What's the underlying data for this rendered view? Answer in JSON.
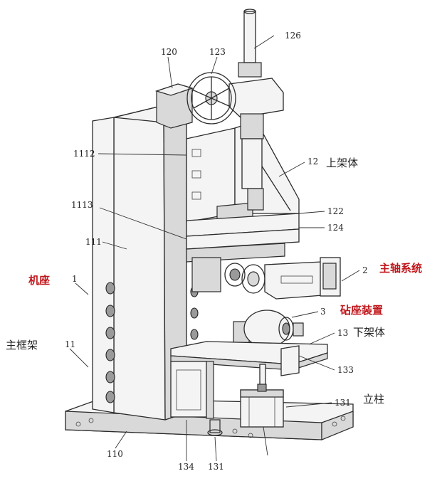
{
  "labels": {
    "n126": "126",
    "n120": "120",
    "n123": "123",
    "n1112": "1112",
    "n12": "12",
    "upper_frame": "上架体",
    "n1113": "1113",
    "n122": "122",
    "n124": "124",
    "n111": "111",
    "n2": "2",
    "spindle_system": "主轴系统",
    "machine_base": "机座",
    "n1": "1",
    "n3": "3",
    "anvil_device": "砧座装置",
    "main_frame": "主框架",
    "n11": "11",
    "n13": "13",
    "lower_frame": "下架体",
    "n133": "133",
    "column": "立柱",
    "n131a": "131",
    "n110": "110",
    "n134": "134",
    "n131b": "131"
  },
  "colors": {
    "line": "#2b2b2b",
    "highlight_label": "#c0161b",
    "background": "#ffffff"
  }
}
